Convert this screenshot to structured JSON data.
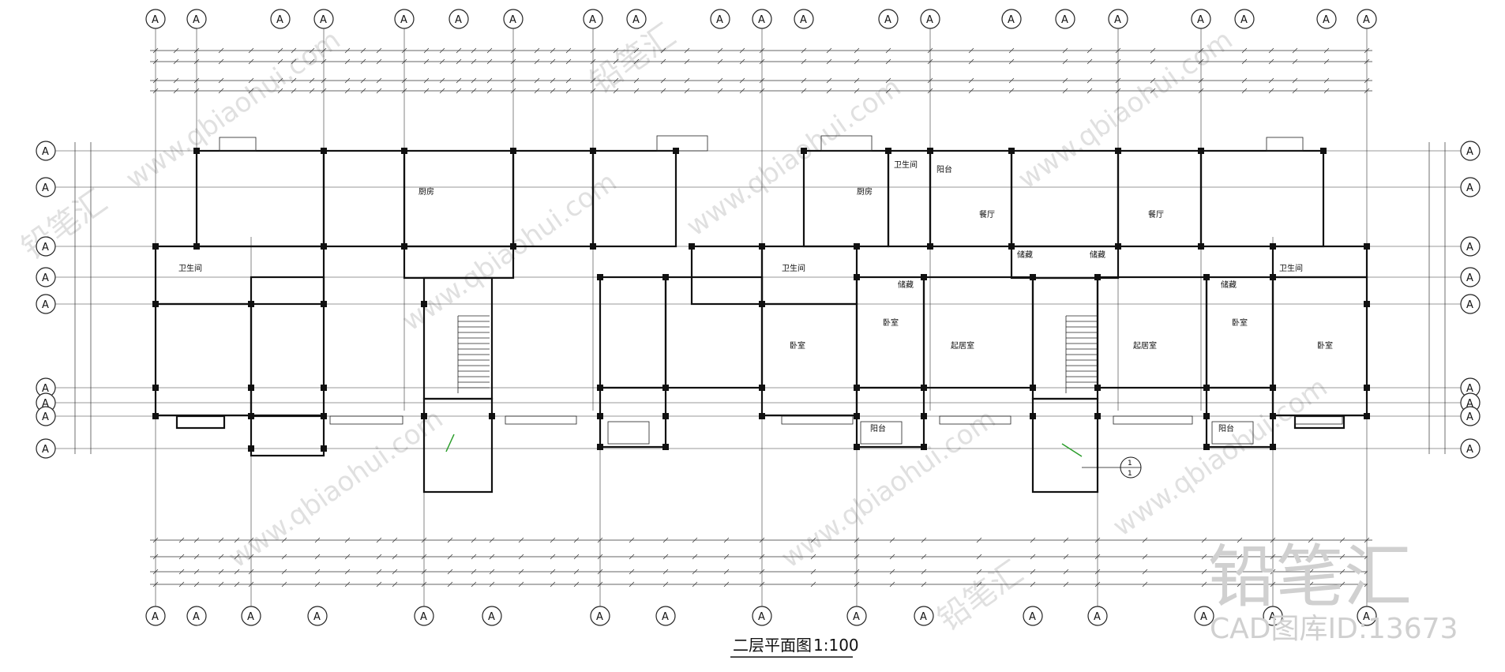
{
  "drawing_title": "二层平面图",
  "scale": "1:100",
  "axis_label": "A",
  "section_mark": {
    "number": "1",
    "sheet": "1"
  },
  "watermark": {
    "site": "www.qbiaohui.com",
    "brand": "铅笔汇",
    "id_text": "CAD图库ID:13673"
  },
  "rooms": [
    {
      "label": "卧室"
    },
    {
      "label": "卧室"
    },
    {
      "label": "卧室"
    },
    {
      "label": "卧室"
    },
    {
      "label": "起居室"
    },
    {
      "label": "起居室"
    },
    {
      "label": "卫生间"
    },
    {
      "label": "卫生间"
    },
    {
      "label": "卫生间"
    },
    {
      "label": "卫生间"
    },
    {
      "label": "餐厅"
    },
    {
      "label": "餐厅"
    },
    {
      "label": "储藏"
    },
    {
      "label": "储藏"
    },
    {
      "label": "储藏"
    },
    {
      "label": "储藏"
    },
    {
      "label": "阳台"
    },
    {
      "label": "阳台"
    },
    {
      "label": "阳台"
    },
    {
      "label": "厨房"
    },
    {
      "label": "厨房"
    }
  ],
  "colors": {
    "line": "#111111",
    "accent": "#2a9d2a",
    "watermark": "#c8c8c8"
  }
}
